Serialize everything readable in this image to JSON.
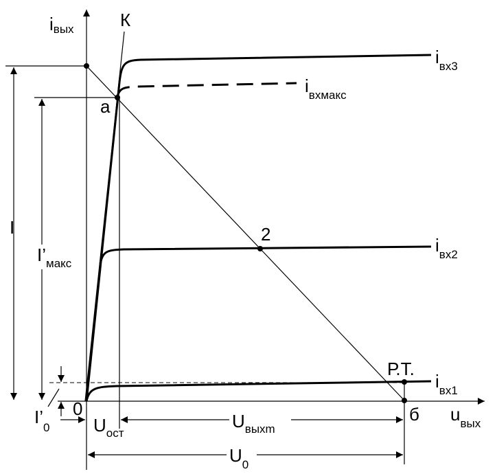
{
  "axes": {
    "y_label": {
      "main": "i",
      "sub": "вых"
    },
    "x_label": {
      "main": "u",
      "sub": "вых"
    },
    "origin": "0"
  },
  "curves": {
    "ivx3": {
      "main": "i",
      "sub": "вх3"
    },
    "ivxmaks": {
      "main": "i",
      "sub": "вхмакс"
    },
    "ivx2": {
      "main": "i",
      "sub": "вх2"
    },
    "ivx1": {
      "main": "i",
      "sub": "вх1"
    }
  },
  "points": {
    "k": "К",
    "a": "а",
    "two": "2",
    "rt": "Р.Т.",
    "b": "б"
  },
  "dimensions": {
    "I": {
      "main": "I"
    },
    "I_maks": {
      "main": "I’",
      "sub": "макс"
    },
    "I0": {
      "main": "I’",
      "sub": "0"
    },
    "U_ost": {
      "main": "U",
      "sub": "ост"
    },
    "U_vyxm": {
      "main": "U",
      "sub": "выхm"
    },
    "U0": {
      "main": "U",
      "sub": "0"
    }
  }
}
